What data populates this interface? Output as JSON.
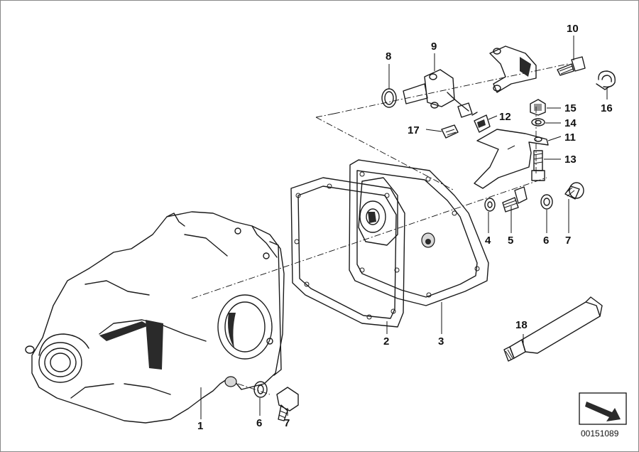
{
  "diagram": {
    "callouts": [
      {
        "id": "c1",
        "text": "1"
      },
      {
        "id": "c2",
        "text": "2"
      },
      {
        "id": "c3",
        "text": "3"
      },
      {
        "id": "c4",
        "text": "4"
      },
      {
        "id": "c5",
        "text": "5"
      },
      {
        "id": "c6a",
        "text": "6"
      },
      {
        "id": "c7a",
        "text": "7"
      },
      {
        "id": "c6b",
        "text": "6"
      },
      {
        "id": "c7b",
        "text": "7"
      },
      {
        "id": "c8",
        "text": "8"
      },
      {
        "id": "c9",
        "text": "9"
      },
      {
        "id": "c10",
        "text": "10"
      },
      {
        "id": "c11",
        "text": "11"
      },
      {
        "id": "c12",
        "text": "12"
      },
      {
        "id": "c13",
        "text": "13"
      },
      {
        "id": "c14",
        "text": "14"
      },
      {
        "id": "c15",
        "text": "15"
      },
      {
        "id": "c16",
        "text": "16"
      },
      {
        "id": "c17",
        "text": "17"
      },
      {
        "id": "c18",
        "text": "18"
      }
    ],
    "diagram_number": "00151089"
  }
}
